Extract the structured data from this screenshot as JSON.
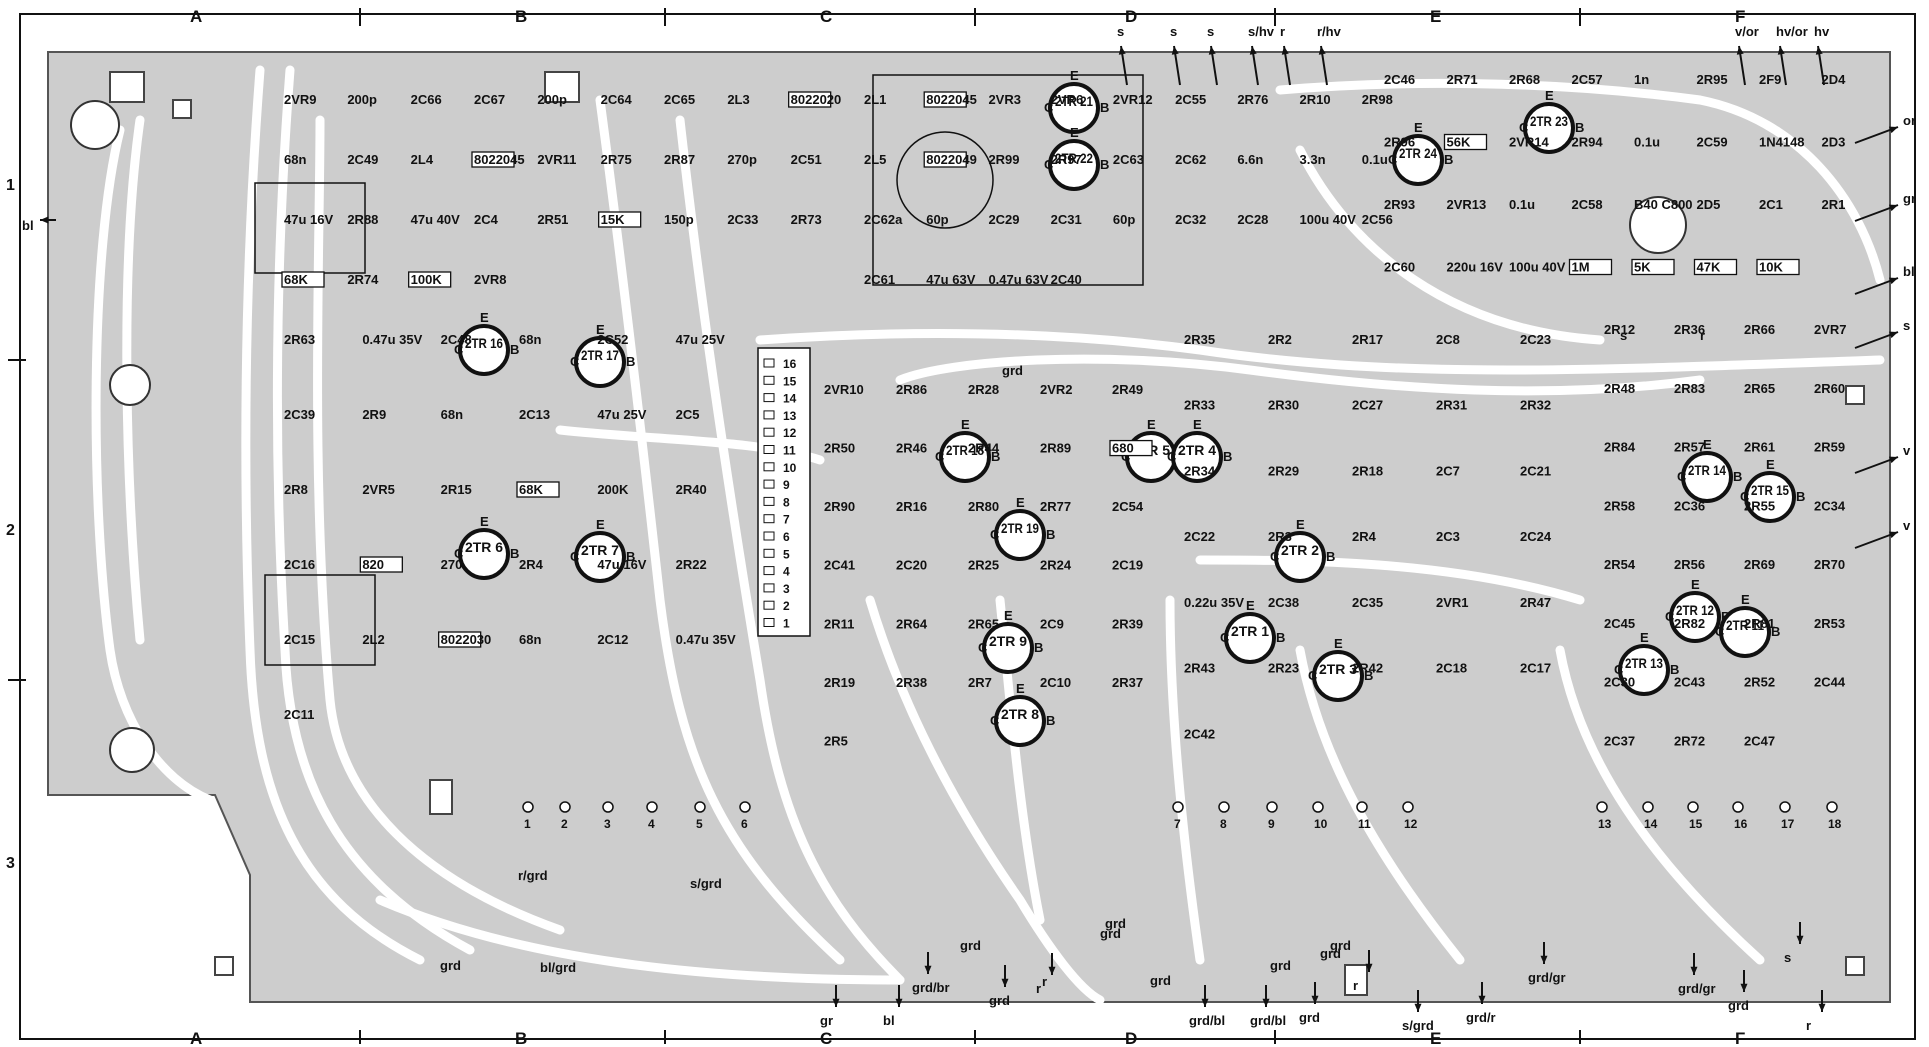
{
  "grid": {
    "letters_top": [
      "A",
      "B",
      "C",
      "D",
      "E",
      "F"
    ],
    "letters_bottom": [
      "A",
      "B",
      "C",
      "D",
      "E",
      "F"
    ],
    "numbers_left": [
      "1",
      "2",
      "3"
    ]
  },
  "transistors": [
    "2TR 16",
    "2TR 17",
    "2TR 6",
    "2TR 7",
    "2TR 18",
    "2TR 19",
    "2TR 9",
    "2TR 8",
    "2TR 21",
    "2TR 22",
    "2TR 23",
    "2TR 24",
    "2TR 5",
    "2TR 4",
    "2TR 2",
    "2TR 1",
    "2TR 3",
    "2TR 14",
    "2TR 15",
    "2TR 12",
    "2TR 11",
    "2TR 13"
  ],
  "components": [
    "2VR9",
    "200p",
    "2C66",
    "2C67",
    "200p",
    "2C64",
    "2C65",
    "2L3",
    "8022020",
    "68n",
    "2C49",
    "2L4",
    "8022045",
    "2VR11",
    "2R75",
    "2R87",
    "270p",
    "2C51",
    "47u 16V",
    "2R88",
    "47u 40V",
    "2C4",
    "2R51",
    "15K",
    "150p",
    "2C33",
    "2R73",
    "68K",
    "2R74",
    "100K",
    "2VR8",
    "2R63",
    "0.47u 35V",
    "2C48",
    "68n",
    "2C52",
    "47u 25V",
    "2C39",
    "2R9",
    "68n",
    "2C13",
    "47u 25V",
    "2C5",
    "2R8",
    "2VR5",
    "2R15",
    "68K",
    "200K",
    "2R40",
    "2C16",
    "820",
    "270",
    "2R4",
    "47u 16V",
    "2R22",
    "2C15",
    "2L2",
    "8022030",
    "68n",
    "2C12",
    "0.47u 35V",
    "2C11",
    "2L1",
    "8022045",
    "2VR3",
    "2VR6",
    "2VR12",
    "2C55",
    "2R76",
    "2R10",
    "2R98",
    "2L5",
    "8022049",
    "2R99",
    "2R97",
    "2C63",
    "2C62",
    "6.6n",
    "3.3n",
    "0.1u",
    "2C62a",
    "60p",
    "2C29",
    "2C31",
    "60p",
    "2C32",
    "2C28",
    "100u 40V",
    "2C56",
    "2C61",
    "47u 63V",
    "0.47u 63V",
    "2C40",
    "2VR10",
    "2R86",
    "2R28",
    "2VR2",
    "2R49",
    "2R50",
    "2R46",
    "2R44",
    "2R89",
    "680",
    "2R90",
    "2R16",
    "2R80",
    "2R77",
    "2C54",
    "2C41",
    "2C20",
    "2R25",
    "2R24",
    "2C19",
    "2R11",
    "2R64",
    "2R65",
    "2C9",
    "2R39",
    "2R19",
    "2R38",
    "2R7",
    "2C10",
    "2R37",
    "2R5",
    "2R35",
    "2R2",
    "2R17",
    "2C8",
    "2C23",
    "2R33",
    "2R30",
    "2C27",
    "2R31",
    "2R32",
    "2R34",
    "2R29",
    "2R18",
    "2C7",
    "2C21",
    "2C22",
    "2R3",
    "2R4",
    "2C3",
    "2C24",
    "0.22u 35V",
    "2C38",
    "2C35",
    "2VR1",
    "2R47",
    "2R43",
    "2R23",
    "2R42",
    "2C18",
    "2C17",
    "2C42",
    "2R12",
    "2R36",
    "2R66",
    "2VR7",
    "2R48",
    "2R83",
    "2R65",
    "2R60",
    "2R84",
    "2R57",
    "2R61",
    "2R59",
    "2R58",
    "2C36",
    "2R55",
    "2C34",
    "2R54",
    "2R56",
    "2R69",
    "2R70",
    "2C45",
    "2R82",
    "2R81",
    "2R53",
    "2C30",
    "2C43",
    "2R52",
    "2C44",
    "2C37",
    "2R72",
    "2C47",
    "2C46",
    "2R71",
    "2R68",
    "2C57",
    "1n",
    "2R95",
    "2F9",
    "2D4",
    "2R96",
    "56K",
    "2VR14",
    "2R94",
    "0.1u",
    "2C59",
    "1N4148",
    "2D3",
    "2R93",
    "2VR13",
    "0.1u",
    "2C58",
    "B40 C800",
    "2D5",
    "2C1",
    "2R1",
    "2C60",
    "220u 16V",
    "100u 40V",
    "1M",
    "5K",
    "47K",
    "10K"
  ],
  "connector_pins": [
    "1",
    "2",
    "3",
    "4",
    "5",
    "6",
    "7",
    "8",
    "9",
    "10",
    "11",
    "12",
    "13",
    "14",
    "15",
    "16",
    "17",
    "18"
  ],
  "edge_connector_pins": [
    "16",
    "15",
    "14",
    "13",
    "12",
    "11",
    "10",
    "9",
    "8",
    "7",
    "6",
    "5",
    "4",
    "3",
    "2",
    "1"
  ],
  "wire_labels": {
    "top": [
      "s",
      "s",
      "s",
      "s/hv",
      "r",
      "r/hv",
      "v/or",
      "hv/or",
      "hv"
    ],
    "right": [
      "or",
      "gr",
      "bl",
      "s",
      "v",
      "v"
    ],
    "left": [
      "bl"
    ],
    "bottom": [
      "gr",
      "bl",
      "grd/br",
      "grd",
      "r",
      "grd/bl",
      "grd/bl",
      "grd",
      "r",
      "s/grd",
      "grd/r",
      "grd/gr",
      "grd/gr",
      "s",
      "grd",
      "r"
    ],
    "inner": [
      "r/grd",
      "s/grd",
      "grd",
      "grd",
      "bl/grd",
      "grd",
      "grd",
      "grd",
      "grd",
      "grd",
      "grd",
      "grd",
      "s",
      "r",
      "r"
    ]
  },
  "colors": {
    "paper": "#ffffff",
    "board": "#cdcdcd",
    "trace": "#ffffff",
    "ink": "#111111"
  }
}
